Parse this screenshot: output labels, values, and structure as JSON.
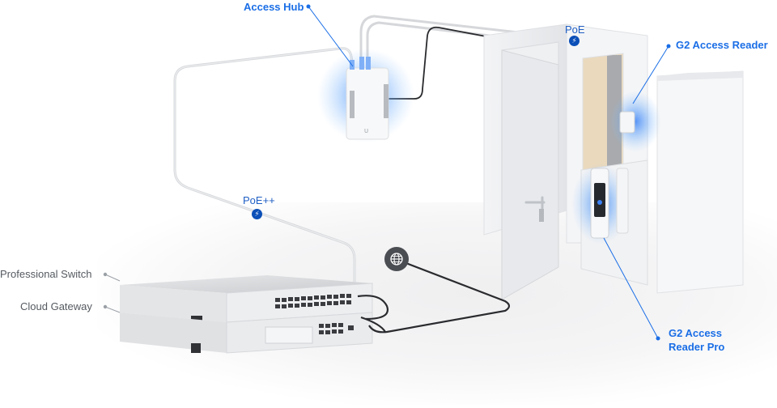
{
  "labels": {
    "access_hub": "Access Hub",
    "g2_access_reader": "G2 Access Reader",
    "g2_access_reader_pro_line1": "G2 Access",
    "g2_access_reader_pro_line2": "Reader Pro",
    "professional_switch": "Professional Switch",
    "cloud_gateway": "Cloud Gateway"
  },
  "connections": {
    "poe": "PoE",
    "poe_plus_plus": "PoE++"
  },
  "icons": {
    "power": "⚡",
    "internet": "🌐"
  },
  "colors": {
    "label_blue": "#1a6ee6",
    "label_grey": "#555a60",
    "badge_blue": "#0b4fb8",
    "glow_blue": "#3b82f6",
    "internet_badge": "#4a4d52"
  }
}
